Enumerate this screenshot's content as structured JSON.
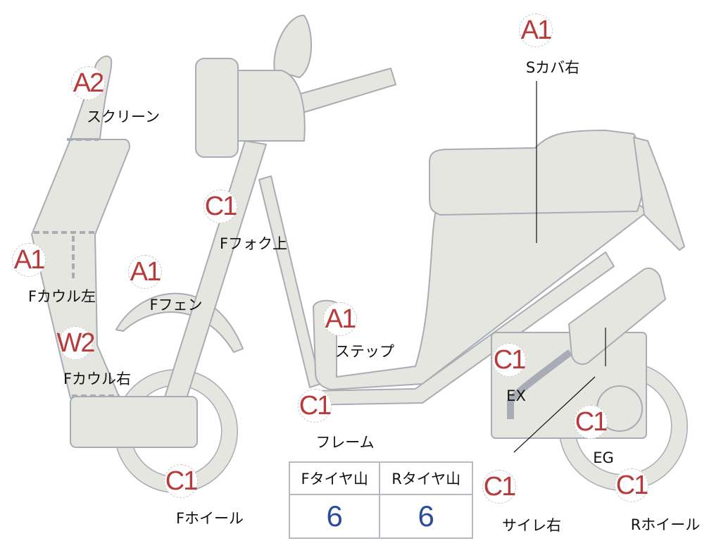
{
  "colors": {
    "part_fill": "#e6e6e1",
    "part_stroke": "#a8acb4",
    "grade": "#b83a3a",
    "value": "#2b4c9b"
  },
  "parts": [
    {
      "grade": "A1",
      "label": "Sカバ右"
    },
    {
      "grade": "A2",
      "label": "スクリーン"
    },
    {
      "grade": "C1",
      "label": "Fフォク上"
    },
    {
      "grade": "A1",
      "label": "Fカウル左"
    },
    {
      "grade": "A1",
      "label": "Fフェン"
    },
    {
      "grade": "W2",
      "label": "Fカウル右"
    },
    {
      "grade": "A1",
      "label": "ステップ"
    },
    {
      "grade": "C1",
      "label": "EX"
    },
    {
      "grade": "C1",
      "label": "フレーム"
    },
    {
      "grade": "C1",
      "label": "EG"
    },
    {
      "grade": "C1",
      "label": "Fホイール"
    },
    {
      "grade": "C1",
      "label": "サイレ右"
    },
    {
      "grade": "C1",
      "label": "Rホイール"
    }
  ],
  "tire_table": {
    "headers": [
      "Fタイヤ山",
      "Rタイヤ山"
    ],
    "values": [
      "6",
      "6"
    ]
  }
}
